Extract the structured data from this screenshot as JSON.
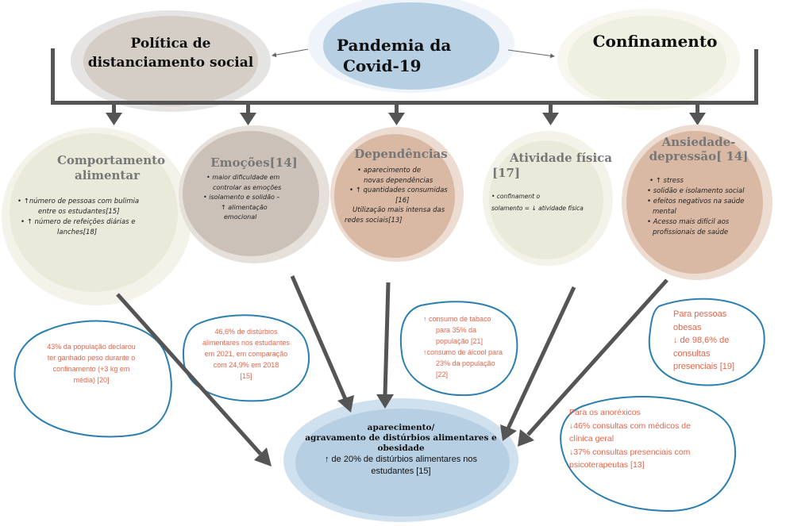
{
  "colors": {
    "connector": "#555555",
    "note_border": "#2a7fb0",
    "note_text": "#e2654a",
    "pandemic_fill": "#b7cfe3",
    "policy_fill": "#d5cec7",
    "confinement_fill": "#eef0e1",
    "eating_fill": "#eaeadb",
    "emotions_fill": "#cbc1b8",
    "dependencies_fill": "#d9b8a4",
    "activity_fill": "#eaeadb",
    "anxiety_fill": "#d9b8a4",
    "result_fill": "#b7cfe3"
  },
  "top": {
    "policy": {
      "line1": "Política de",
      "line2": "distanciamento social"
    },
    "pandemic": {
      "line1": "Pandemia da",
      "line2": "Covid-19"
    },
    "confinement": {
      "title": "Confinamento"
    }
  },
  "categories": {
    "eating": {
      "title1": "Comportamento",
      "title2": "alimentar",
      "items": [
        "•        ↑número  de pessoas  com bulimia",
        "entre os estudantes[15]",
        "• ↑ número  de refeições  diárias  e",
        "lanches[18]"
      ]
    },
    "emotions": {
      "title": "Emoções[14]",
      "items": [
        "• maior dificuldade  em",
        "controlar  as emoções",
        "• isolamento  e solidão  –",
        "↑ alimentação",
        "emocional"
      ]
    },
    "dependencies": {
      "title": "Dependências",
      "items": [
        "• aparecimento  de",
        "novas dependências",
        "• ↑ quantidades consumidas",
        "[16]",
        "Utilização mais intensa  das",
        "redes  sociais[13]"
      ]
    },
    "activity": {
      "title1": "Atividade física",
      "title2": "[17]",
      "items": [
        "•                    confinament o",
        "solamento = ↓ atividade física"
      ]
    },
    "anxiety": {
      "title1": "Ansiedade-",
      "title2": "depressão[   14]",
      "items": [
        "• ↑ stress",
        "• solidão e isolamento social",
        "• efeitos negativos na saúde",
        "mental",
        "• Acesso mais difícil aos",
        "profissionais de saúde"
      ]
    }
  },
  "notes": {
    "weight": [
      "43% da população  declarou",
      "ter ganhado  peso  durante o",
      "confinamento  (+3 kg em",
      "média)  [20]"
    ],
    "disorders": [
      "46,6% de distúrbios",
      "alimentares  nos estudantes",
      "em  2021, em comparação",
      "com 24,9% em 2018",
      "[15]"
    ],
    "substances": [
      "↑ consumo   de tabaco",
      "para  35%  da",
      "população  [21]",
      "↑consumo de álcool para",
      "23% da população",
      "[22]"
    ],
    "obese": [
      "Para pessoas",
      "obesas",
      "↓ de 98,6%  de",
      "consultas",
      "presenciais  [19]"
    ],
    "anorexic": [
      "Para  os anoréxicos",
      "↓46%  consultas  com  médicos  de",
      "clínica  geral",
      "↓37% consultas presenciais  com",
      " psicoterapeutas   [13]"
    ]
  },
  "result": {
    "line1": "aparecimento/",
    "line2": "agravamento de distúrbios  alimentares  e",
    "line3": "obesidade",
    "line4": "↑ de 20% de distúrbios  alimentares   nos",
    "line5": "estudantes  [15]"
  }
}
